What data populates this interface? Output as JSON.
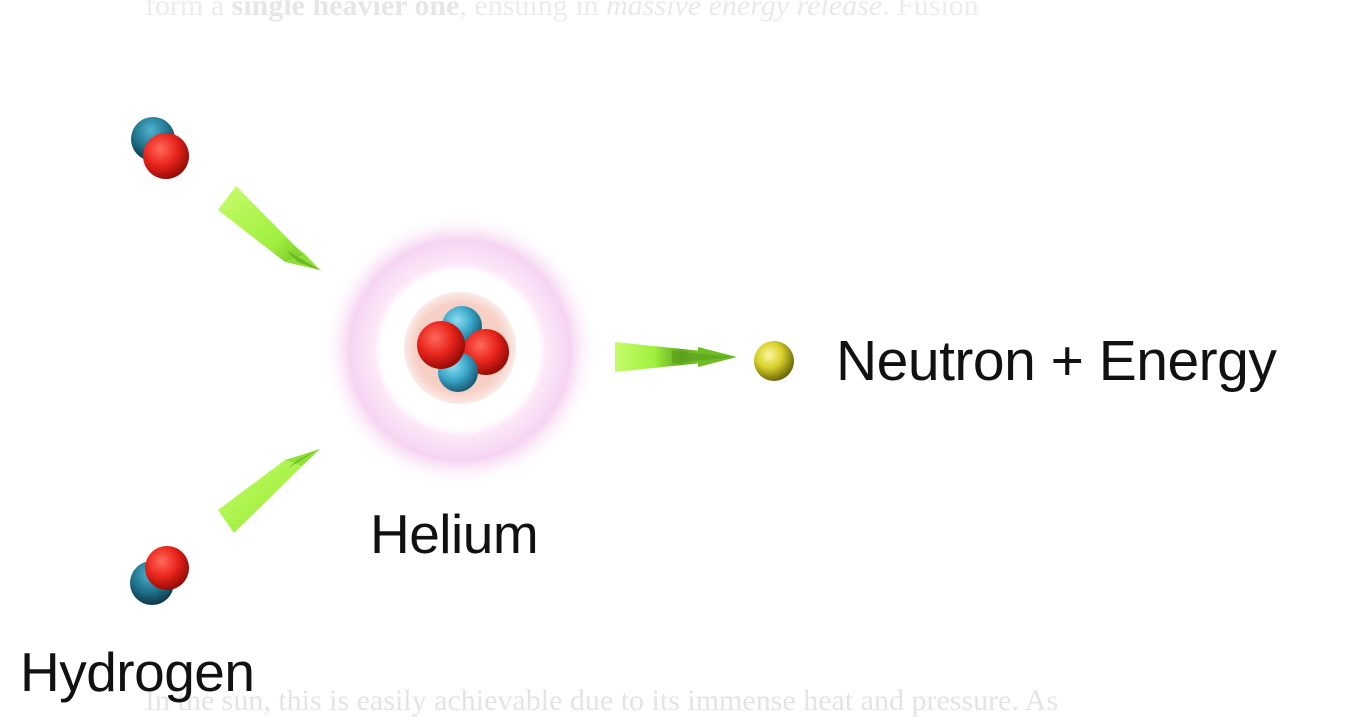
{
  "top_text": {
    "part1": "form a ",
    "bold": "single heavier one",
    "part2": ", ensuing in ",
    "italic": "massive energy release",
    "part3": ". Fusion"
  },
  "bottom_text": "In the sun, this is easily achievable due to its immense heat and pressure. As",
  "labels": {
    "helium": "Helium",
    "hydrogen": "Hydrogen",
    "product": "Neutron + Energy"
  },
  "colors": {
    "proton": "#e8251c",
    "neutron": "#3aa7c9",
    "free_neutron": "#d8d02a",
    "arrow": "#9ff03e",
    "helium_glow": "#f6d4f2",
    "nucleus_glow": "#f4c7bc"
  }
}
